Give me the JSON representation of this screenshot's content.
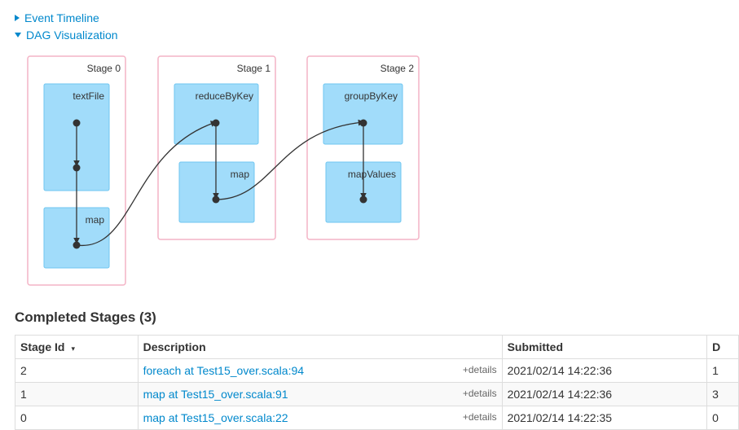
{
  "links": {
    "event_timeline": "Event Timeline",
    "dag_visualization": "DAG Visualization"
  },
  "dag": {
    "stages": [
      {
        "label": "Stage 0",
        "nodes": [
          "textFile",
          "map"
        ]
      },
      {
        "label": "Stage 1",
        "nodes": [
          "reduceByKey",
          "map"
        ]
      },
      {
        "label": "Stage 2",
        "nodes": [
          "groupByKey",
          "mapValues"
        ]
      }
    ],
    "colors": {
      "stage_border": "#f4b4c6",
      "node_fill": "#a1dcfa",
      "node_border": "#6fc6f0",
      "edge": "#333333"
    }
  },
  "completed": {
    "title": "Completed Stages (3)",
    "headers": {
      "stage_id": "Stage Id",
      "sort_icon": "▾",
      "description": "Description",
      "submitted": "Submitted",
      "duration": "D"
    },
    "rows": [
      {
        "id": "2",
        "description": "foreach at Test15_over.scala:94",
        "details": "+details",
        "submitted": "2021/02/14 14:22:36",
        "duration": "1"
      },
      {
        "id": "1",
        "description": "map at Test15_over.scala:91",
        "details": "+details",
        "submitted": "2021/02/14 14:22:36",
        "duration": "3"
      },
      {
        "id": "0",
        "description": "map at Test15_over.scala:22",
        "details": "+details",
        "submitted": "2021/02/14 14:22:35",
        "duration": "0"
      }
    ]
  }
}
